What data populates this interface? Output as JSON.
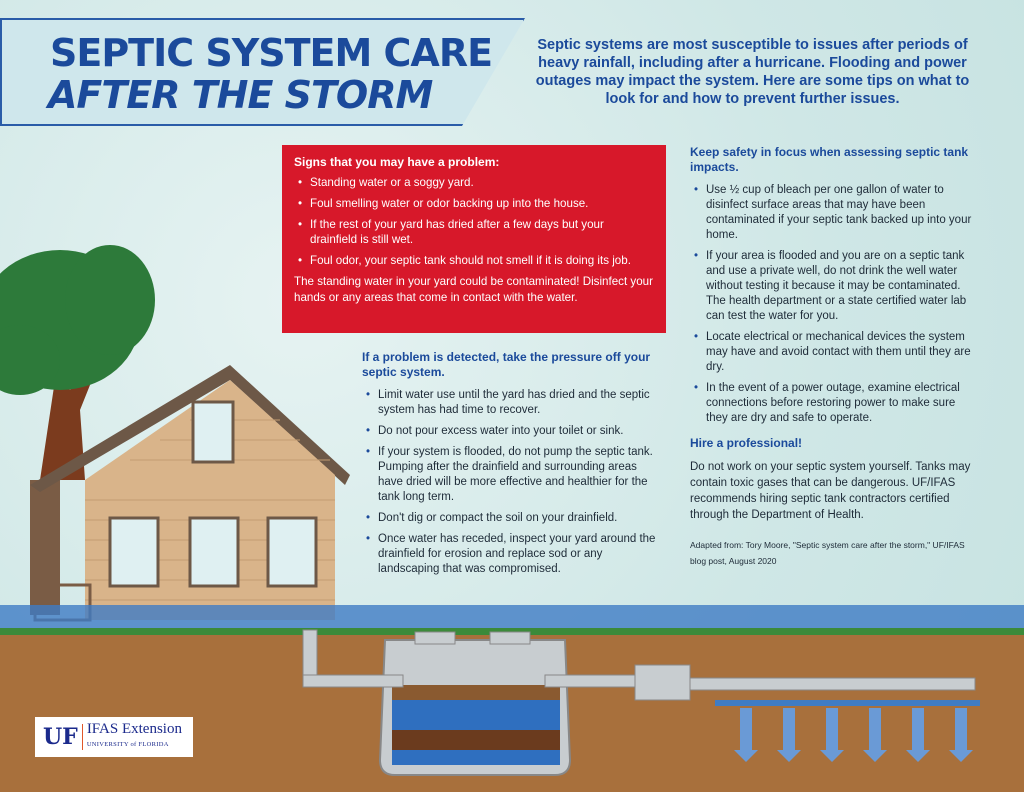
{
  "header": {
    "title_line1": "SEPTIC SYSTEM CARE",
    "title_line2": "AFTER THE STORM",
    "intro": "Septic systems are most susceptible to issues after periods of heavy rainfall, including after a hurricane. Flooding and power outages may impact the system. Here are some tips on what to look for and how to prevent further issues."
  },
  "signs": {
    "heading": "Signs that you may have a problem:",
    "items": [
      "Standing water or a soggy yard.",
      "Foul smelling water or odor backing up into the house.",
      "If the rest of your yard has dried after a few days but your drainfield is still wet.",
      "Foul odor, your septic tank should not smell if it is doing its job."
    ],
    "note": "The standing water in your yard could be contaminated! Disinfect your hands or any areas that come in contact with the water."
  },
  "problem": {
    "heading": "If a problem is detected, take the pressure off your septic system.",
    "items": [
      "Limit water use until the yard has dried and the septic system has had time to recover.",
      "Do not pour excess water into your toilet or sink.",
      "If your system is flooded, do not pump the septic tank. Pumping after the drainfield and surrounding areas have dried will be more effective and healthier for the tank long term.",
      "Don't dig or compact the soil on your drainfield.",
      "Once water has receded, inspect your yard around the drainfield for erosion and replace sod or any landscaping that was compromised."
    ]
  },
  "safety": {
    "heading": "Keep safety in focus when assessing septic tank impacts.",
    "items": [
      "Use ½ cup of bleach per one gallon of water to disinfect surface areas that may have been contaminated if your septic tank backed up into your home.",
      "If your area is flooded and you are on a septic tank and use a private well, do not drink the well water without testing it because it may be contaminated. The health department or a state certified water lab can test the water for you.",
      "Locate electrical or mechanical devices the system may have and avoid contact with them until they are dry.",
      "In the event of a power outage, examine electrical connections before restoring power to make sure they are dry and safe to operate."
    ]
  },
  "pro": {
    "heading": "Hire a professional!",
    "text": "Do not work on your septic system yourself. Tanks may contain toxic gases that can be dangerous. UF/IFAS recommends hiring septic tank contractors certified through the Department of Health."
  },
  "citation": "Adapted from: Tory Moore, \"Septic system care after the storm,\" UF/IFAS blog post, August 2020",
  "logo": {
    "uf": "UF",
    "name": "IFAS Extension",
    "sub": "UNIVERSITY of FLORIDA"
  },
  "colors": {
    "blue": "#1b4a9b",
    "red": "#d7182a",
    "soil": "#a8703c",
    "water": "#3f7cc4"
  }
}
